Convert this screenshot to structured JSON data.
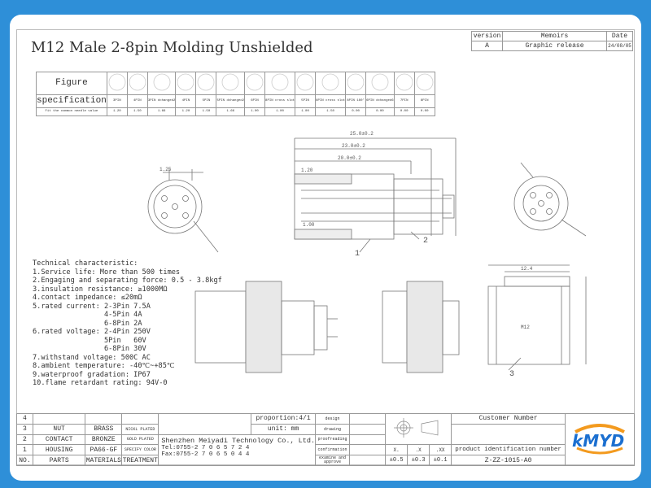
{
  "title": "M12 Male 2-8pin Molding Unshielded",
  "revision": {
    "headers": [
      "version",
      "Memoirs",
      "Date"
    ],
    "row": [
      "A",
      "Graphic release",
      "24/08/05"
    ]
  },
  "figure_table": {
    "row_labels": [
      "Figure",
      "specification",
      "Fit the common needle value"
    ],
    "specs": [
      "3PIN",
      "4PIN",
      "3PIN dchanged2",
      "4PIN",
      "5PIN",
      "5PIN dchanged2",
      "6PIN",
      "8PIN cross slot",
      "5PIN",
      "8PIN cross slot",
      "8PIN 180°",
      "6PIN dchanged6",
      "7PIN",
      "8PIN"
    ],
    "values": [
      "1.20",
      "1.50",
      "1.66",
      "1.20",
      "1.50",
      "1.66",
      "1.00",
      "1.00",
      "1.00",
      "1.50",
      "0.00",
      "0.00",
      "0.00",
      "0.00"
    ]
  },
  "dimensions": {
    "d1": "25.0±0.2",
    "d2": "23.0±0.2",
    "d3": "20.0±0.2",
    "d4": "1.20",
    "d5": "1.00",
    "d6": "1.25",
    "d7": "M12",
    "d8": "12.4",
    "callouts": [
      "1",
      "2",
      "3"
    ]
  },
  "tech": {
    "heading": "Technical characteristic:",
    "lines": [
      "1.Service life: More than 500 times",
      "2.Engaging and separating force: 0.5 - 3.8kgf",
      "3.insulation resistance: ≥1000MΩ",
      "4.contact impedance: ≤20mΩ",
      "5.rated current: 2-3Pin 7.5A",
      "                 4-5Pin 4A",
      "                 6-8Pin 2A",
      "6.rated voltage: 2-4Pin 250V",
      "                 5Pin   60V",
      "                 6-8Pin 30V",
      "7.withstand voltage: 500C AC",
      "8.ambient temperature: -40℃~+85℃",
      "9.waterproof gradation: IP67",
      "10.flame retardant rating: 94V-0"
    ]
  },
  "bom": {
    "rows": [
      [
        "4",
        "",
        "",
        ""
      ],
      [
        "3",
        "NUT",
        "BRASS",
        "NICKL PLATED"
      ],
      [
        "2",
        "CONTACT",
        "BRONZE",
        "GOLD PLATED"
      ],
      [
        "1",
        "HOUSING",
        "PA66-GF",
        "SPECIFY COLOR"
      ],
      [
        "NO.",
        "PARTS",
        "MATERIALS",
        "TREATMENT"
      ]
    ],
    "proportion": "proportion:4/1",
    "unit": "unit: mm",
    "company": "Shenzhen Meiyadi Technology Co., Ltd.",
    "tel": "Tel:0755-2 7 0 6 5 7 2 4",
    "fax": "Fax:0755-2 7 0 6 5 0 4 4",
    "signoff": [
      "design",
      "drawing",
      "proofreading",
      "confirmation",
      "examine and approve"
    ],
    "tolerance_headers": [
      "X.",
      ".X",
      ".XX"
    ],
    "tolerance_values": [
      "±0.5",
      "±0.3",
      "±0.1"
    ],
    "customer_number_label": "Customer Number",
    "product_id_label": "product identification number",
    "product_id": "Z-ZZ-1015-A0",
    "logo": "kMYD"
  },
  "colors": {
    "background": "#2e8fd8",
    "logo_blue": "#1b6fd0",
    "logo_orange": "#f39a1e"
  }
}
